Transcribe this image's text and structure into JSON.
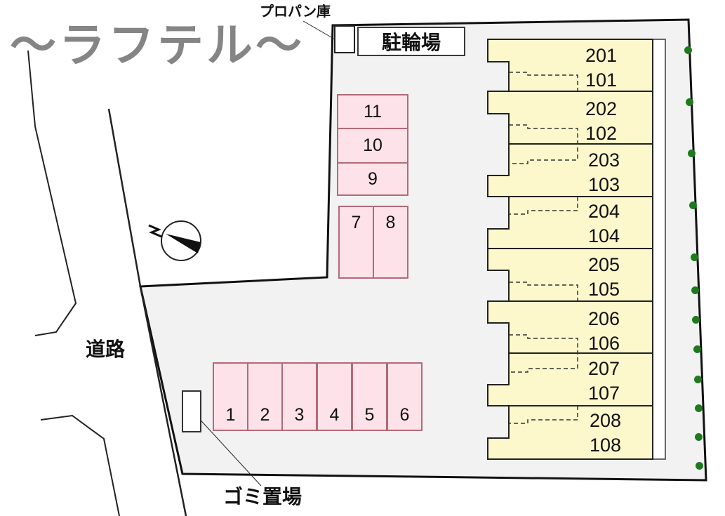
{
  "title": "〜ラフテル〜",
  "labels": {
    "propane": "プロパン庫",
    "bicycle_parking": "駐輪場",
    "road": "道路",
    "garbage": "ゴミ置場"
  },
  "compass": {
    "icon": "north-arrow-icon",
    "letter": "N"
  },
  "parking": {
    "stack_top": [
      "11",
      "10",
      "9"
    ],
    "pair": [
      "7",
      "8"
    ],
    "row_bottom": [
      "1",
      "2",
      "3",
      "4",
      "5",
      "6"
    ]
  },
  "building": {
    "units": [
      {
        "upper": "201",
        "lower": "101"
      },
      {
        "upper": "202",
        "lower": "102"
      },
      {
        "upper": "203",
        "lower": "103"
      },
      {
        "upper": "204",
        "lower": "104"
      },
      {
        "upper": "205",
        "lower": "105"
      },
      {
        "upper": "206",
        "lower": "106"
      },
      {
        "upper": "207",
        "lower": "107"
      },
      {
        "upper": "208",
        "lower": "108"
      }
    ]
  },
  "colors": {
    "lot_fill": "#f2f2f2",
    "building_fill": "#fdf8cc",
    "parking_fill": "#fde2ea",
    "parking_border": "#b26a78",
    "hedge": "#1d7a1d",
    "title_gray": "#858585"
  }
}
